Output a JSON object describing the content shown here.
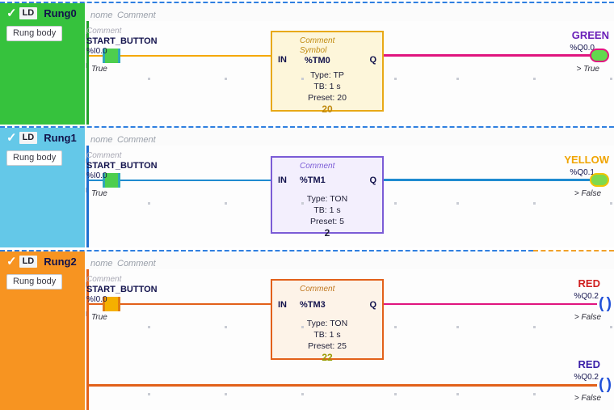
{
  "app": {
    "title": "Ladder Diagram Editor",
    "grid_dot_color": "#c9ccd4"
  },
  "header_columns": {
    "nome": "nome",
    "comment": "Comment"
  },
  "labels": {
    "rung_body": "Rung body",
    "ld": "LD",
    "check": "✓",
    "in": "IN",
    "q": "Q",
    "comment": "Comment",
    "symbol": "Symbol",
    "state_prefix": ">"
  },
  "rungs": [
    {
      "id": "rung0",
      "name": "Rung0",
      "ld": "LD",
      "checked": true,
      "sidebar_color": "#36c23d",
      "rail_color": "#22a02a",
      "wire_color": "#f5a800",
      "out_wire_color": "#e0157f",
      "contact": {
        "comment": "Comment",
        "symbol": "START_BUTTON",
        "address": "%I0.0",
        "state": "True",
        "fill": "#4ece4e",
        "bar": "#2fa8b8"
      },
      "block": {
        "comment": "Comment",
        "symbol_label": "Symbol",
        "name": "%TM0",
        "in": "IN",
        "q": "Q",
        "type": "Type: TP",
        "tb": "TB: 1 s",
        "preset": "Preset: 20",
        "current": "20",
        "border": "#e8a916",
        "bg": "#fdf6da",
        "text": "#c08a10",
        "current_color": "#c08a10"
      },
      "coil": {
        "name": "GREEN",
        "address": "%Q0.0",
        "state": "True",
        "energized": true,
        "name_color": "#6a1fb8",
        "outline": "#e0157f",
        "fill": "#62d94e"
      }
    },
    {
      "id": "rung1",
      "name": "Rung1",
      "ld": "LD",
      "checked": true,
      "sidebar_color": "#64c8e8",
      "rail_color": "#1f6fd0",
      "wire_color": "#1f8bd0",
      "out_wire_color": "#1f8bd0",
      "contact": {
        "comment": "Comment",
        "symbol": "START_BUTTON",
        "address": "%I0.0",
        "state": "True",
        "fill": "#4ece4e",
        "bar": "#2fa8b8"
      },
      "block": {
        "comment": "Comment",
        "symbol_label": "",
        "name": "%TM1",
        "in": "IN",
        "q": "Q",
        "type": "Type: TON",
        "tb": "TB: 1 s",
        "preset": "Preset: 5",
        "current": "2",
        "border": "#7b5cd6",
        "bg": "#f3effd",
        "text": "#7b5cd6",
        "current_color": "#22223a"
      },
      "coil": {
        "name": "YELLOW",
        "address": "%Q0.1",
        "state": "False",
        "energized": true,
        "name_color": "#f0a400",
        "outline": "#f0c400",
        "fill": "#7ed94e"
      }
    },
    {
      "id": "rung2",
      "name": "Rung2",
      "ld": "LD",
      "checked": true,
      "sidebar_color": "#f79421",
      "rail_color": "#e2611a",
      "wire_color": "#e2611a",
      "out_wire_color": "#e0157f",
      "contact": {
        "comment": "Comment",
        "symbol": "START_BUTTON",
        "address": "%I0.0",
        "state": "True",
        "fill": "#f5b000",
        "bar": "#e07c10"
      },
      "block": {
        "comment": "Comment",
        "symbol_label": "",
        "name": "%TM3",
        "in": "IN",
        "q": "Q",
        "type": "Type: TON",
        "tb": "TB: 1 s",
        "preset": "Preset: 25",
        "current": "22",
        "border": "#e2611a",
        "bg": "#fdf3e8",
        "text": "#c07820",
        "current_color": "#9a9a00"
      },
      "coil": {
        "name": "RED",
        "address": "%Q0.2",
        "state": "False",
        "energized": false,
        "name_color": "#d02020",
        "outline": "#1f4fd8",
        "fill": "none"
      },
      "coil2": {
        "name": "RED",
        "address": "%Q0.2",
        "state": "False",
        "energized": false,
        "name_color": "#3a1fa8",
        "outline": "#1f4fd8",
        "fill": "none",
        "wire_color": "#e2611a"
      }
    }
  ]
}
